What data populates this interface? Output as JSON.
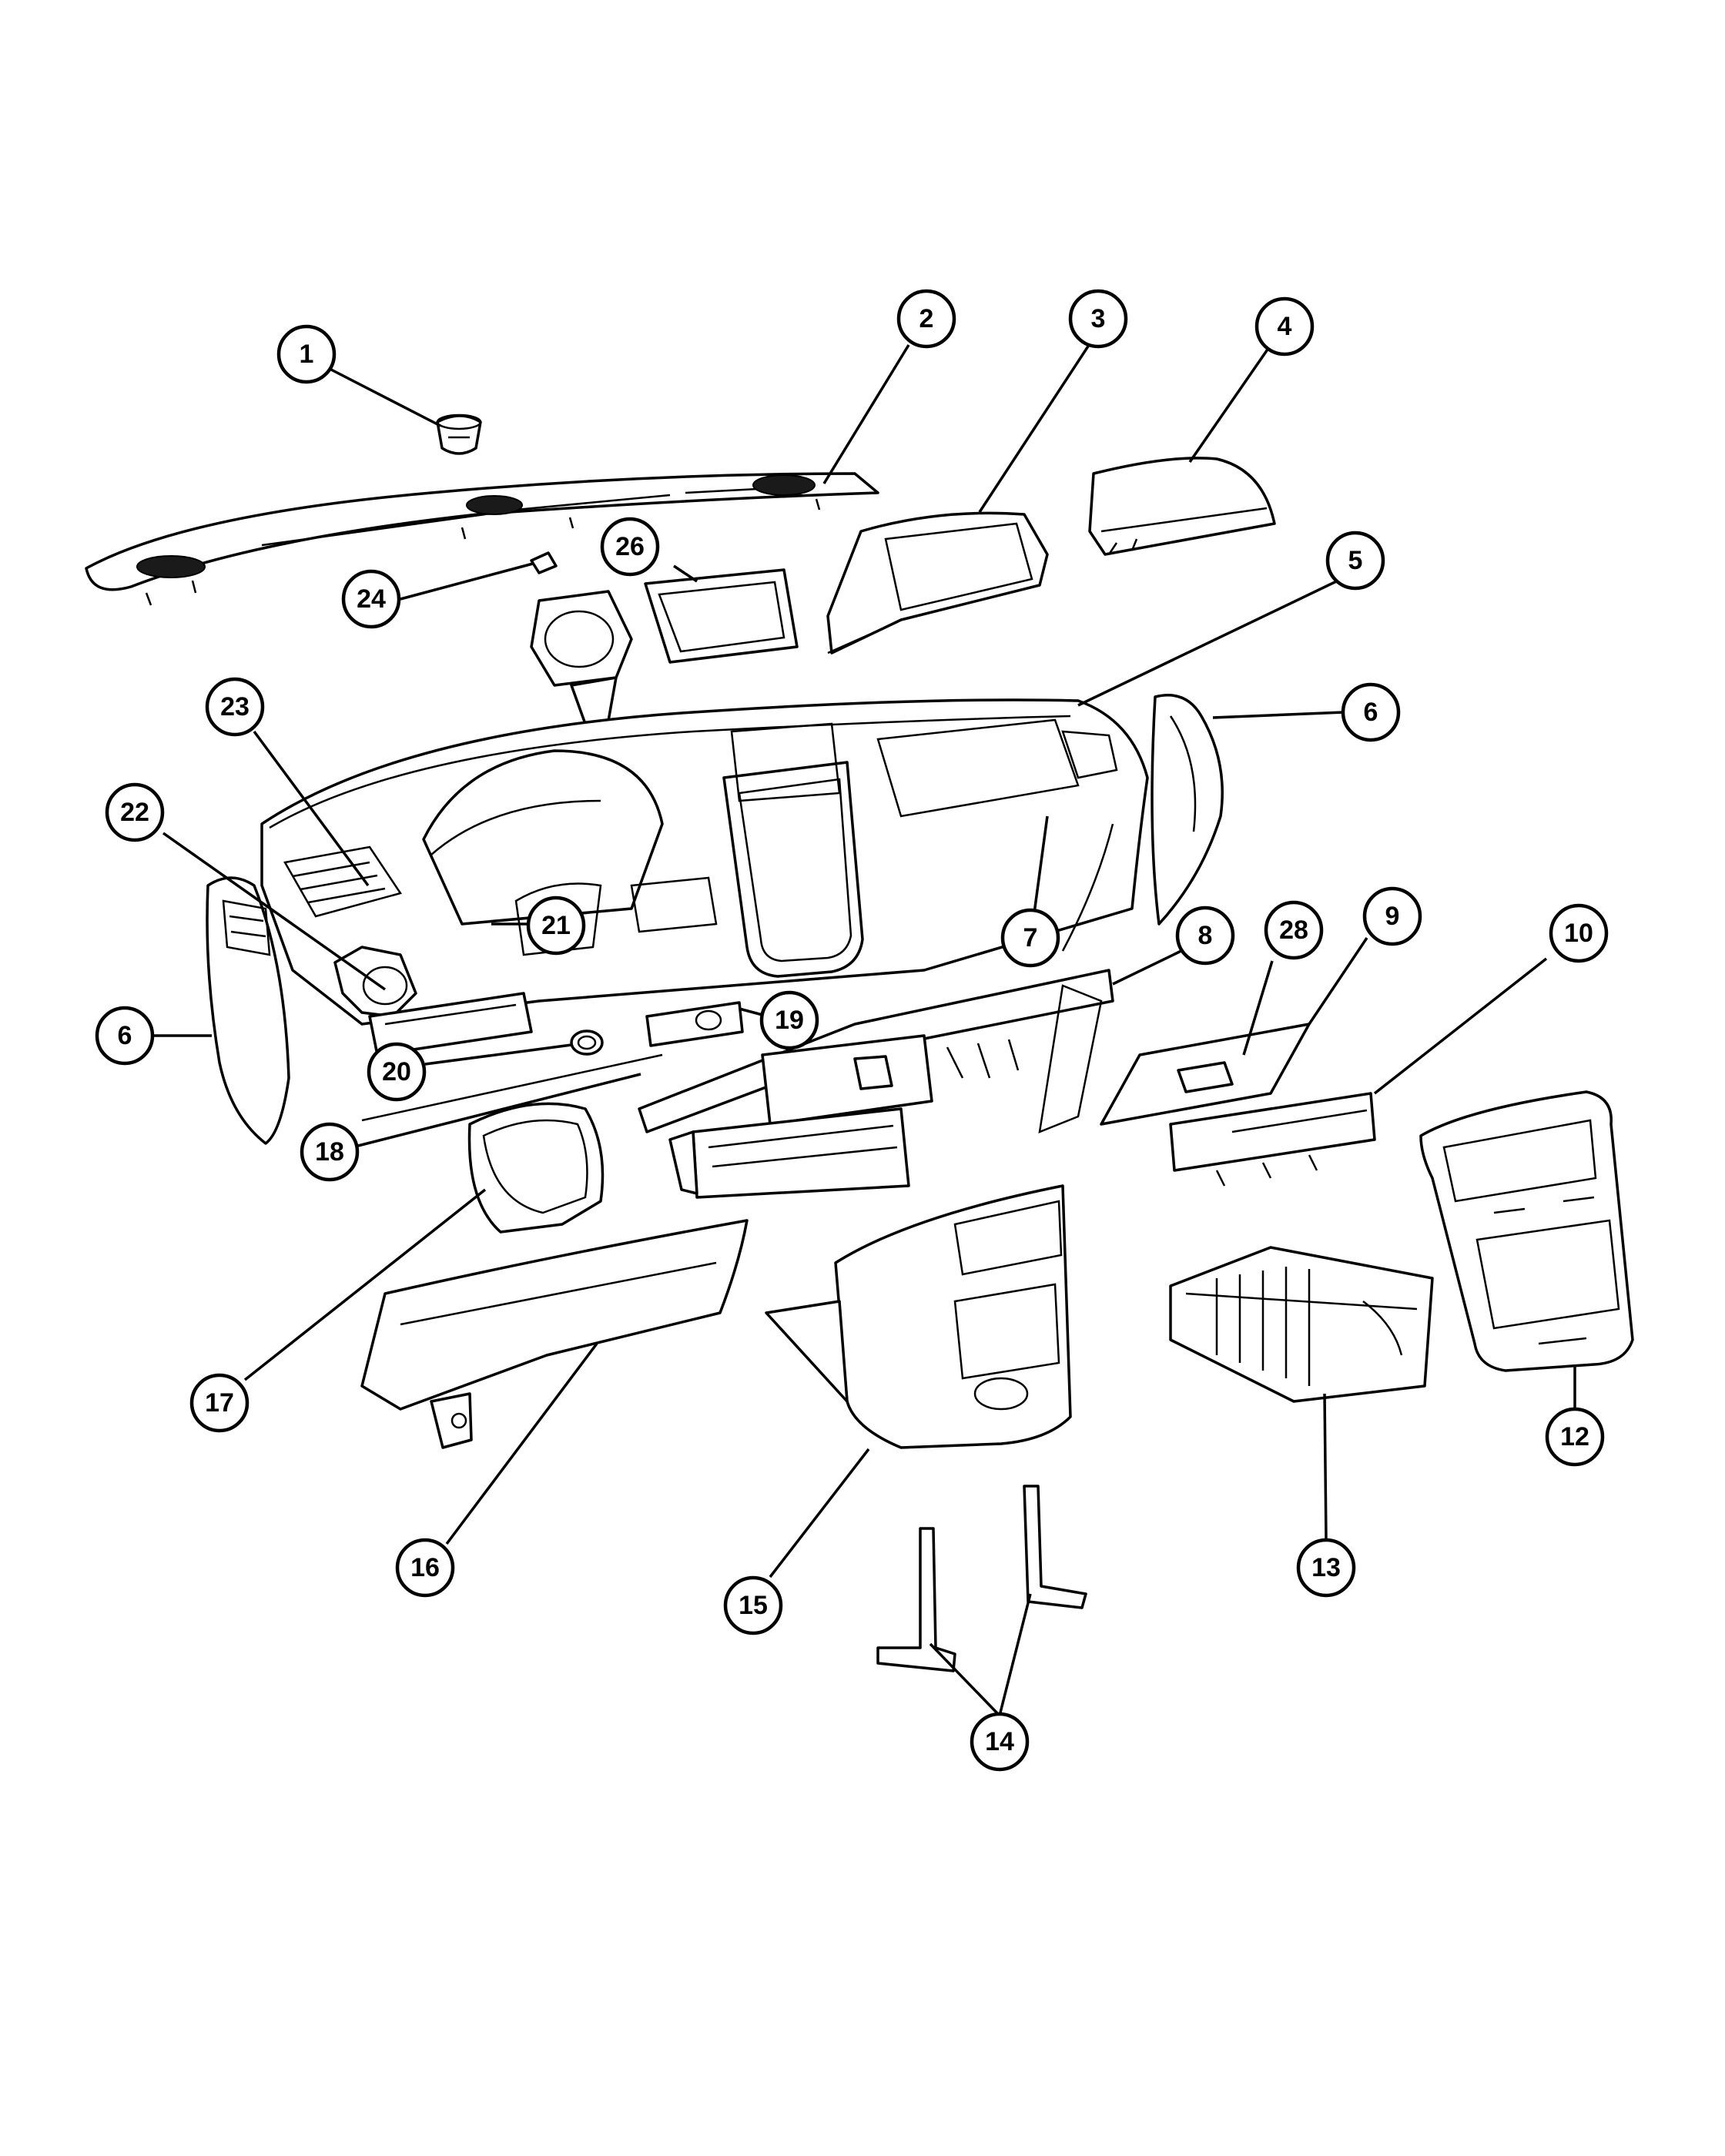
{
  "callouts": [
    {
      "id": "c1",
      "label": "1"
    },
    {
      "id": "c2",
      "label": "2"
    },
    {
      "id": "c3",
      "label": "3"
    },
    {
      "id": "c4",
      "label": "4"
    },
    {
      "id": "c5",
      "label": "5"
    },
    {
      "id": "c6a",
      "label": "6"
    },
    {
      "id": "c6b",
      "label": "6"
    },
    {
      "id": "c7",
      "label": "7"
    },
    {
      "id": "c8",
      "label": "8"
    },
    {
      "id": "c9",
      "label": "9"
    },
    {
      "id": "c10",
      "label": "10"
    },
    {
      "id": "c12",
      "label": "12"
    },
    {
      "id": "c13",
      "label": "13"
    },
    {
      "id": "c14",
      "label": "14"
    },
    {
      "id": "c15",
      "label": "15"
    },
    {
      "id": "c16",
      "label": "16"
    },
    {
      "id": "c17",
      "label": "17"
    },
    {
      "id": "c18",
      "label": "18"
    },
    {
      "id": "c19",
      "label": "19"
    },
    {
      "id": "c20",
      "label": "20"
    },
    {
      "id": "c21",
      "label": "21"
    },
    {
      "id": "c22",
      "label": "22"
    },
    {
      "id": "c23",
      "label": "23"
    },
    {
      "id": "c24",
      "label": "24"
    },
    {
      "id": "c26",
      "label": "26"
    },
    {
      "id": "c28",
      "label": "28"
    }
  ]
}
